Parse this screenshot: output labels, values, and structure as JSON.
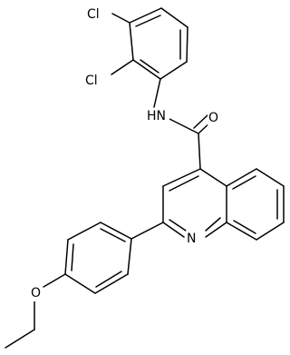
{
  "molecule": {
    "atoms": {
      "cl1": "Cl",
      "cl2": "Cl",
      "nh": "HN",
      "o_carbonyl": "O",
      "n_ring": "N",
      "o_ether": "O"
    }
  }
}
